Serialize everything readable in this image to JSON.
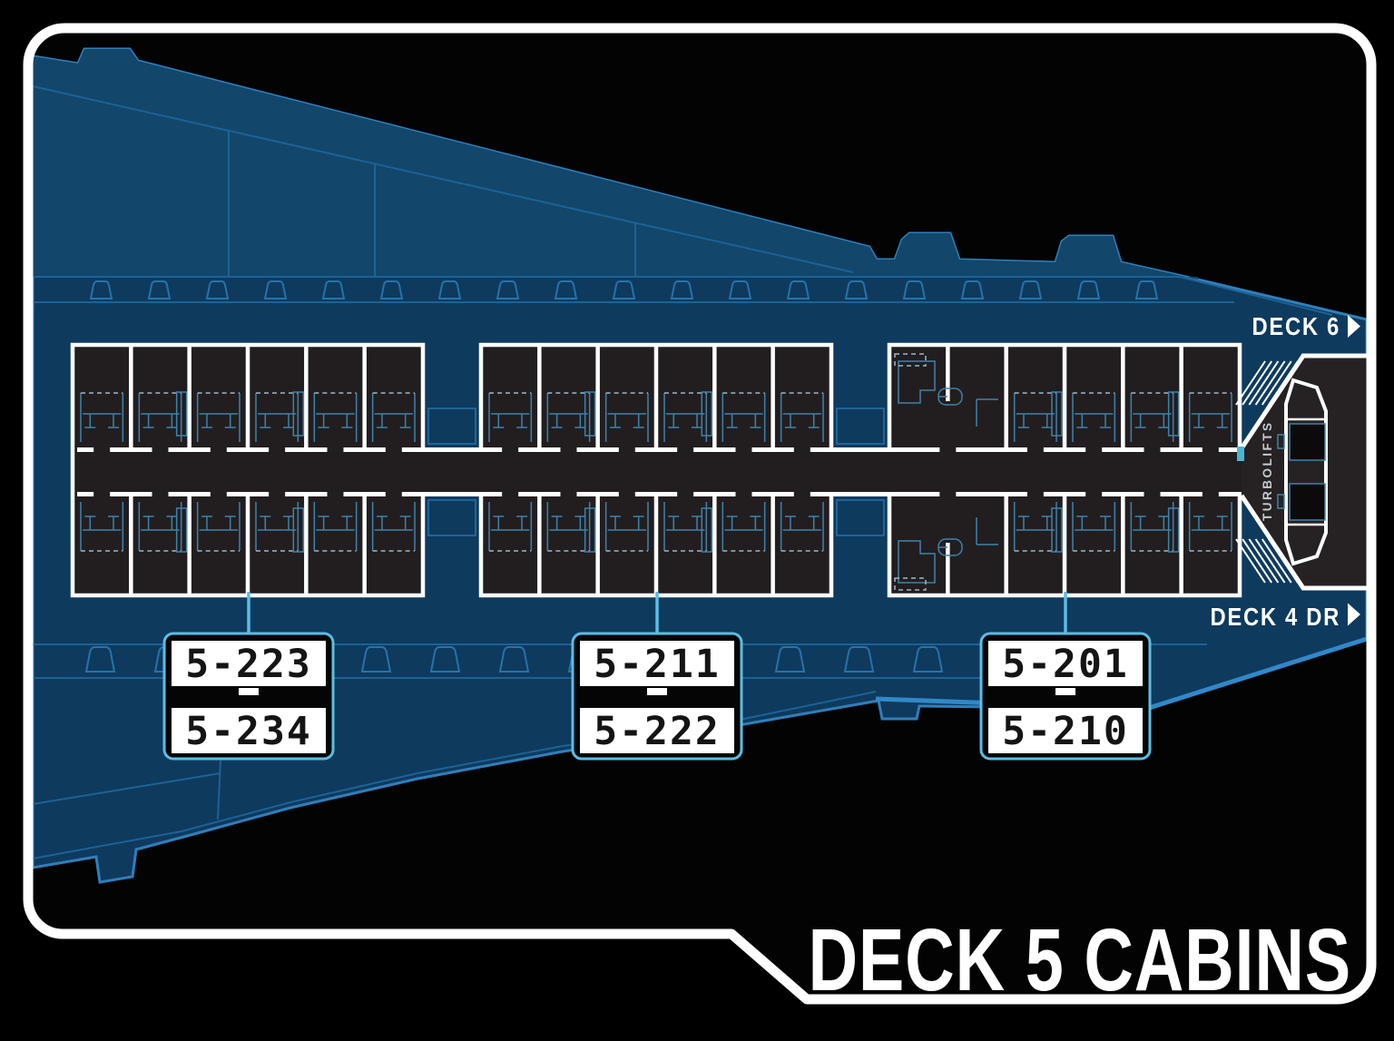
{
  "page": {
    "title": "DECK 5 CABINS"
  },
  "nav": {
    "deck6_label": "DECK 6",
    "deck4_label": "DECK 4 DR"
  },
  "lobby": {
    "turbolifts_label": "TURBOLIFTS"
  },
  "cabin_groups": [
    {
      "range_start": "5-223",
      "range_end": "5-234",
      "separator": "-"
    },
    {
      "range_start": "5-211",
      "range_end": "5-222",
      "separator": "-"
    },
    {
      "range_start": "5-201",
      "range_end": "5-210",
      "separator": "-"
    }
  ],
  "colors": {
    "background": "#000000",
    "hull": "#0e3a5e",
    "hull_band": "#12466b",
    "hull_edge": "#2f7fba",
    "hull_edge_bright": "#3188c8",
    "panel_line": "#1d6294",
    "porthole": "#2673a8",
    "block_fill": "#221e1f",
    "lobby_fill": "#262223",
    "wall": "#ffffff",
    "furniture": "#3f82ac",
    "furniture_dash": "#9db6c6",
    "accent": "#5bbde4",
    "cyan": "#49b8cf",
    "lift_fill": "#0c0a0b",
    "lobby_text": "#c6cbd0",
    "text": "#ffffff",
    "label_text": "#141414",
    "plate_fill": "#ffffff",
    "frame": "#ffffff"
  }
}
